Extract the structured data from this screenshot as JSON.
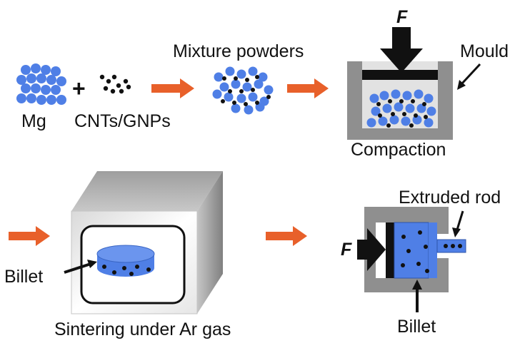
{
  "labels": {
    "mg": "Mg",
    "plus": "+",
    "cnts": "CNTs/GNPs",
    "mixture": "Mixture powders",
    "force_top": "F",
    "mould": "Mould",
    "compaction": "Compaction",
    "billet_left": "Billet",
    "sintering": "Sintering under Ar gas",
    "extruded_rod": "Extruded rod",
    "force_ext": "F",
    "billet_right": "Billet"
  },
  "colors": {
    "particle_blue": "#4f7fe6",
    "particle_black": "#111111",
    "arrow_orange": "#e8602a",
    "mould_gray": "#8f8f8f",
    "mould_inner": "#dcdcdc",
    "furnace_front": "#f5f5f5",
    "furnace_side": "#9a9a9a",
    "furnace_top": "#bdbdbd"
  }
}
